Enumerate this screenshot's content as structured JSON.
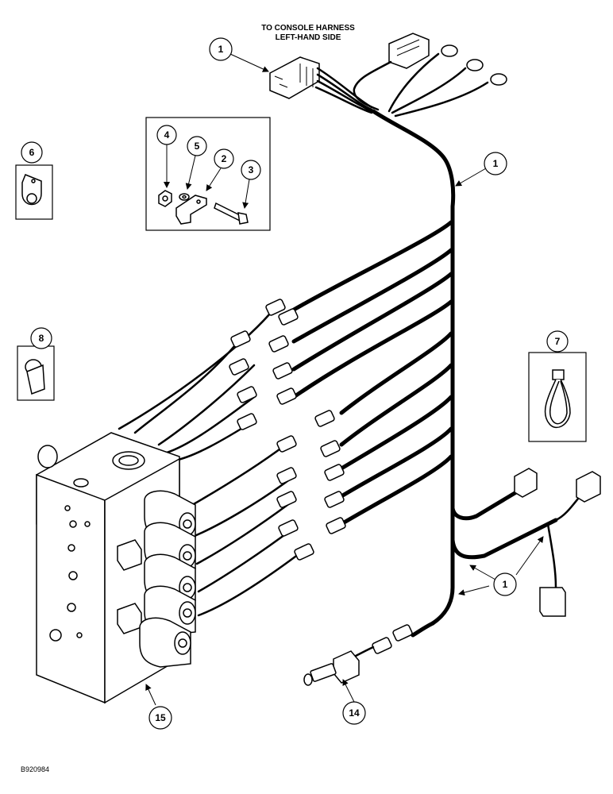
{
  "header": {
    "line1": "TO CONSOLE HARNESS",
    "line2": "LEFT-HAND SIDE"
  },
  "callouts": {
    "c1a": "1",
    "c1b": "1",
    "c1c": "1",
    "c1d": "1",
    "c2": "2",
    "c3": "3",
    "c4": "4",
    "c5": "5",
    "c6": "6",
    "c7": "7",
    "c8": "8",
    "c14": "14",
    "c15": "15"
  },
  "figure_id": "B920984"
}
